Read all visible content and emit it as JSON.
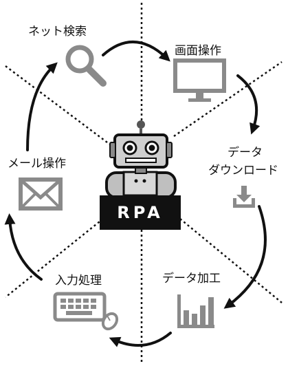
{
  "center": {
    "label": "RPA"
  },
  "nodes": [
    {
      "label": "ネット検索",
      "icon": "magnifier-icon"
    },
    {
      "label": "画面操作",
      "icon": "monitor-icon"
    },
    {
      "label_line1": "データ",
      "label_line2": "ダウンロード",
      "icon": "download-icon"
    },
    {
      "label": "データ加工",
      "icon": "bar-chart-icon"
    },
    {
      "label": "入力処理",
      "icon": "keyboard-mouse-icon"
    },
    {
      "label": "メール操作",
      "icon": "envelope-icon"
    }
  ],
  "colors": {
    "ink": "#111111",
    "icon_gray": "#8a8a8a",
    "dark_gray": "#555555"
  }
}
